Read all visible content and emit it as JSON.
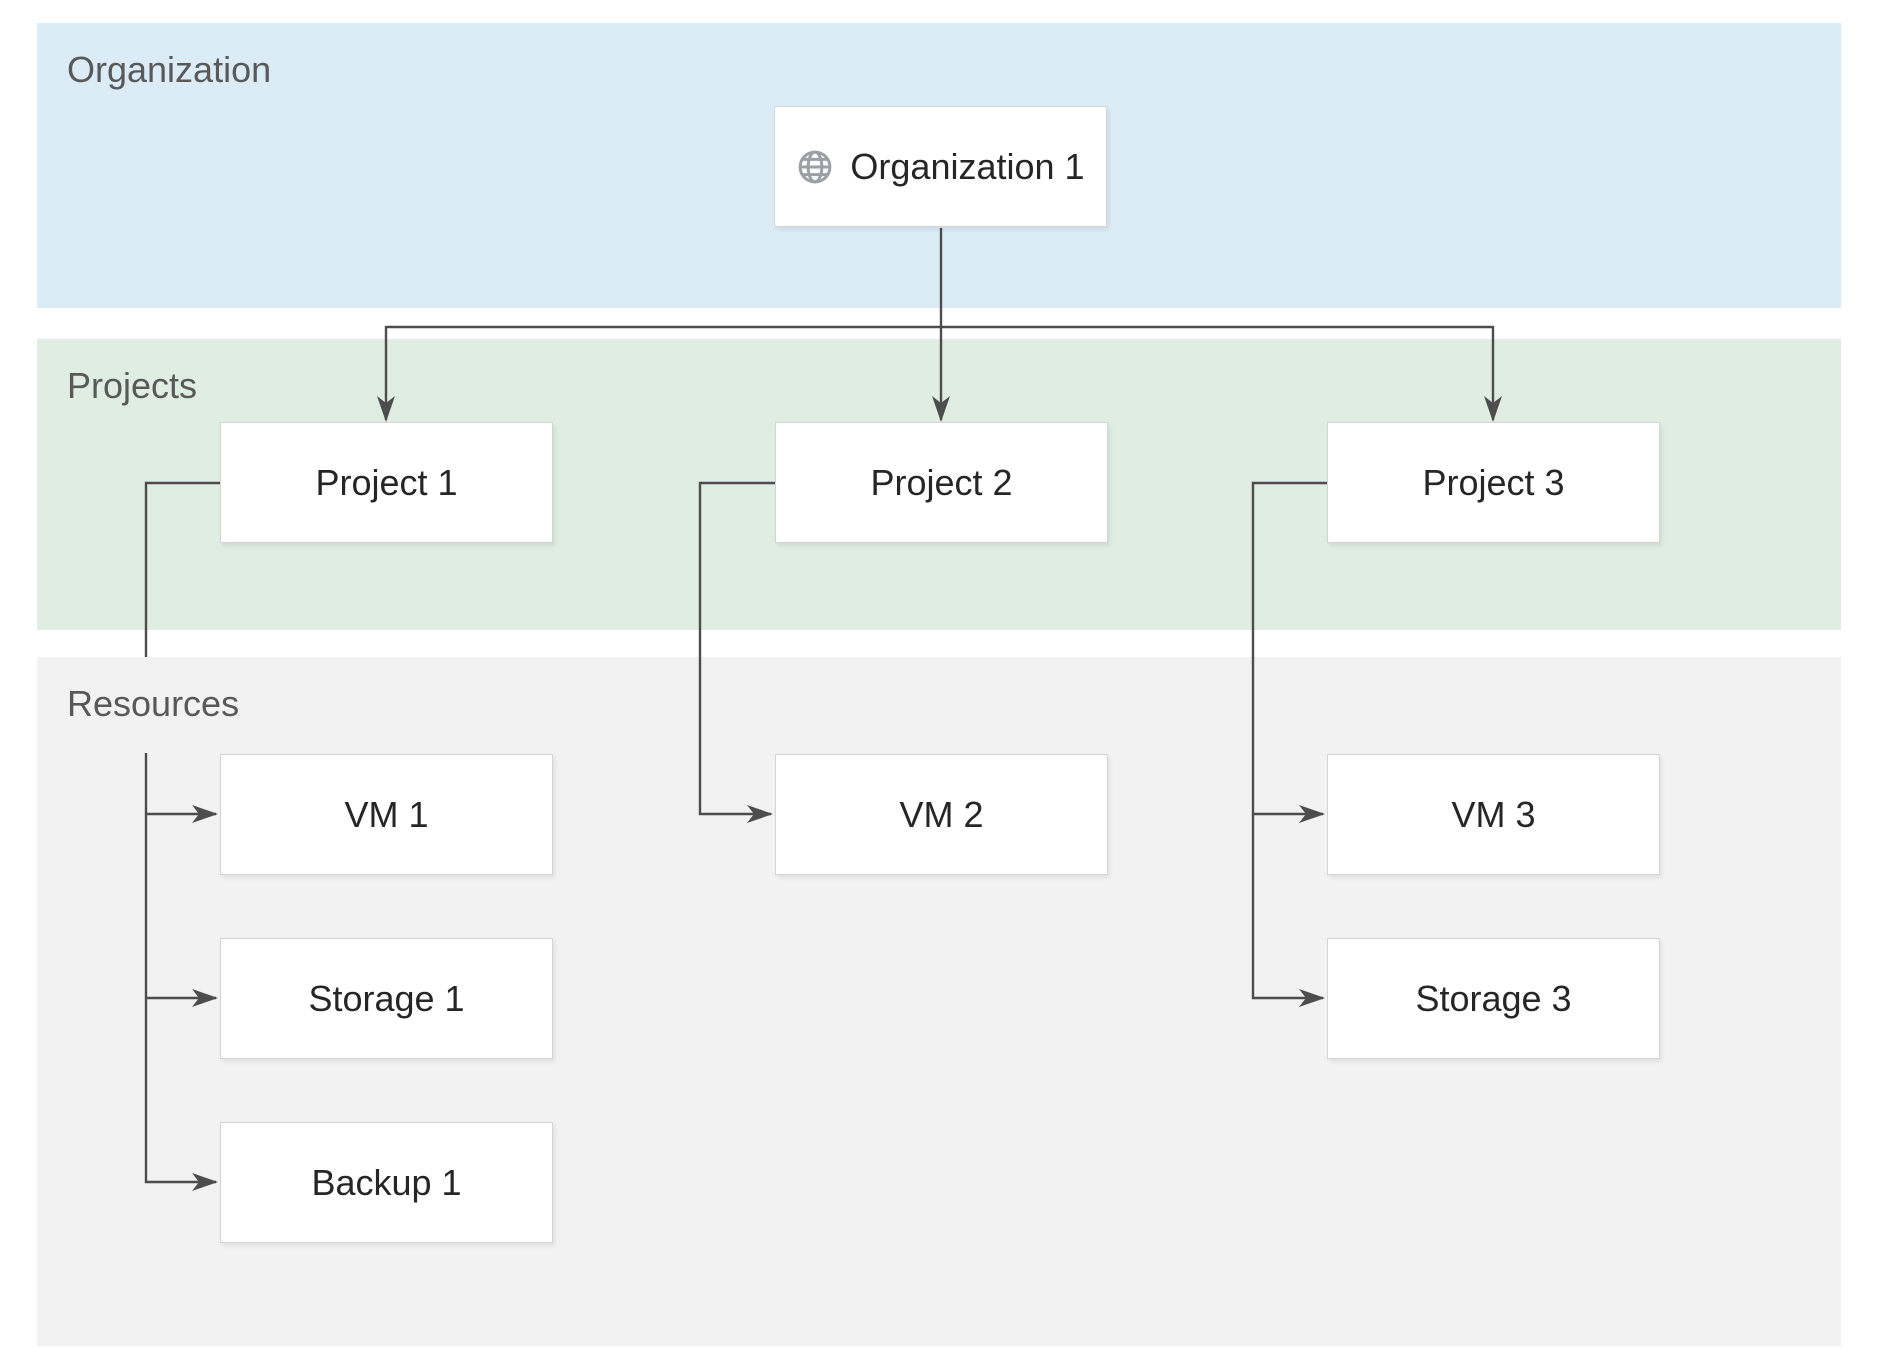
{
  "diagram": {
    "type": "swimlane-hierarchy"
  },
  "colors": {
    "background": "#ffffff",
    "organization_lane_fill": "#dbecf7",
    "projects_lane_fill": "#dfede2",
    "resources_lane_fill": "#f2f2f3",
    "lane_label_text": "#595959",
    "node_fill": "#ffffff",
    "node_border": "#d4d4d4",
    "node_text": "#262626",
    "connector": "#4d4d4d",
    "globe_icon": "#9aa0a6"
  },
  "lanes": {
    "organization": {
      "label": "Organization"
    },
    "projects": {
      "label": "Projects"
    },
    "resources": {
      "label": "Resources"
    }
  },
  "nodes": {
    "org1": {
      "label": "Organization 1",
      "icon": "globe-icon",
      "lane": "organization"
    },
    "project1": {
      "label": "Project 1",
      "lane": "projects"
    },
    "project2": {
      "label": "Project 2",
      "lane": "projects"
    },
    "project3": {
      "label": "Project 3",
      "lane": "projects"
    },
    "vm1": {
      "label": "VM 1",
      "lane": "resources"
    },
    "storage1": {
      "label": "Storage 1",
      "lane": "resources"
    },
    "backup1": {
      "label": "Backup 1",
      "lane": "resources"
    },
    "vm2": {
      "label": "VM 2",
      "lane": "resources"
    },
    "vm3": {
      "label": "VM 3",
      "lane": "resources"
    },
    "storage3": {
      "label": "Storage 3",
      "lane": "resources"
    }
  },
  "edges": [
    {
      "from": "org1",
      "to": "project1"
    },
    {
      "from": "org1",
      "to": "project2"
    },
    {
      "from": "org1",
      "to": "project3"
    },
    {
      "from": "project1",
      "to": "vm1"
    },
    {
      "from": "project1",
      "to": "storage1"
    },
    {
      "from": "project1",
      "to": "backup1"
    },
    {
      "from": "project2",
      "to": "vm2"
    },
    {
      "from": "project3",
      "to": "vm3"
    },
    {
      "from": "project3",
      "to": "storage3"
    }
  ]
}
